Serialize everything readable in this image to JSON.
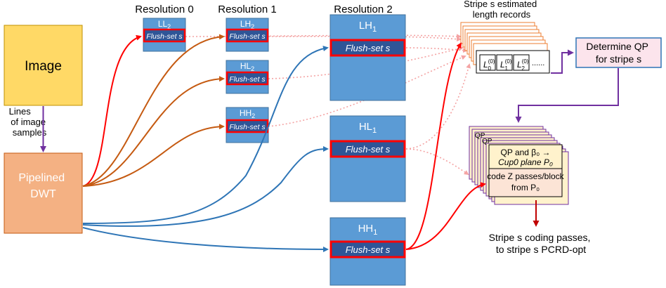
{
  "resolutions": {
    "r0": "Resolution 0",
    "r1": "Resolution 1",
    "r2": "Resolution 2"
  },
  "image_box": {
    "label": "Image",
    "fill": "#ffd966"
  },
  "dwt_box": {
    "line1": "Pipelined",
    "line2": "DWT",
    "fill": "#f4b183"
  },
  "lines_label": {
    "line1": "Lines",
    "line2": "of image",
    "line3": "samples"
  },
  "subbands": {
    "ll2": {
      "base": "LL",
      "sub": "2"
    },
    "lh2": {
      "base": "LH",
      "sub": "2"
    },
    "hl2": {
      "base": "HL",
      "sub": "2"
    },
    "hh2": {
      "base": "HH",
      "sub": "2"
    },
    "lh1": {
      "base": "LH",
      "sub": "1"
    },
    "hl1": {
      "base": "HL",
      "sub": "1"
    },
    "hh1": {
      "base": "HH",
      "sub": "1"
    }
  },
  "flush_set_label": "Flush-set s",
  "stripe_records": {
    "title_line1": "Stripe s estimated",
    "title_line2": "length records",
    "cell_symbol": "L",
    "cell_superscript": "(0)",
    "cell_subscripts": [
      "0",
      "1",
      "2"
    ],
    "ellipsis": "......"
  },
  "determine_qp": {
    "line1": "Determine QP",
    "line2": "for stripe s"
  },
  "coder": {
    "row1": "QP and β₀ →",
    "row2": "Cup0 plane P₀",
    "row3a": "code Z passes/block",
    "row3b": "from P₀",
    "partial_label": "QP"
  },
  "output_label": {
    "line1": "Stripe s coding passes,",
    "line2": "to stripe s PCRD-opt"
  },
  "colors": {
    "band_fill": "#5b9bd5",
    "band_stroke": "#41719c",
    "flush_fill": "#2f5597",
    "flush_stroke": "#ff0000",
    "red_arrow": "#ff0000",
    "orange_arrow": "#c55a11",
    "blue_arrow": "#2e75b6",
    "purple_arrow": "#7030a0",
    "dark_red_arrow": "#c00000",
    "dotted": "#f4a3a3"
  }
}
